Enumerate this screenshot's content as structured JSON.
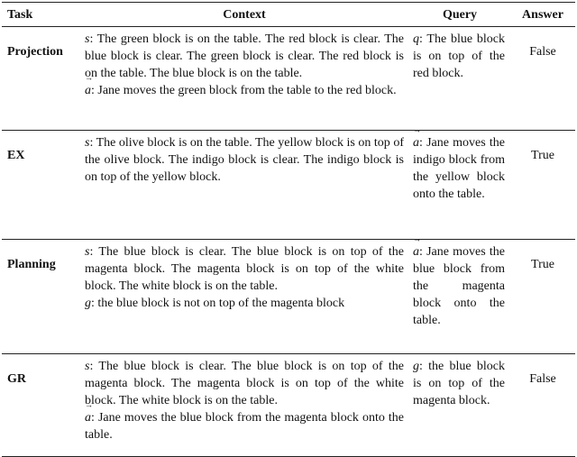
{
  "headers": {
    "task": "Task",
    "context": "Context",
    "query": "Query",
    "answer": "Answer"
  },
  "rows": [
    {
      "task": "Projection",
      "context": {
        "s_label": "s",
        "s_text": ": The green block is on the table. The red block is clear. The blue block is clear. The green block is clear. The red block is on the table. The blue block is on the table.",
        "second_label": "a",
        "second_text": ": Jane moves the green block from the table to the red block."
      },
      "query": {
        "label": "q",
        "text": ": The blue block is on top of the red block."
      },
      "answer": "False"
    },
    {
      "task": "EX",
      "context": {
        "s_label": "s",
        "s_text": ": The olive block is on the table. The yellow block is on top of the olive block. The indigo block is clear. The indigo block is on top of the yellow block."
      },
      "query": {
        "label": "a",
        "text": ": Jane moves the indigo block from the yellow block onto the table."
      },
      "answer": "True"
    },
    {
      "task": "Planning",
      "context": {
        "s_label": "s",
        "s_text": ": The blue block is clear. The blue block is on top of the magenta block. The magenta block is on top of the white block. The white block is on the table.",
        "second_label": "g",
        "second_text": ": the blue block is not on top of the magenta block"
      },
      "query": {
        "label": "a",
        "text": ": Jane moves the blue block from the magenta block onto the table."
      },
      "answer": "True"
    },
    {
      "task": "GR",
      "context": {
        "s_label": "s",
        "s_text": ": The blue block is clear. The blue block is on top of the magenta block. The magenta block is on top of the white block. The white block is on the table.",
        "second_label": "a",
        "second_text": ": Jane moves the blue block from the magenta block onto the table."
      },
      "query": {
        "label": "g",
        "text": ": the blue block is on top of the magenta block."
      },
      "answer": "False"
    }
  ]
}
